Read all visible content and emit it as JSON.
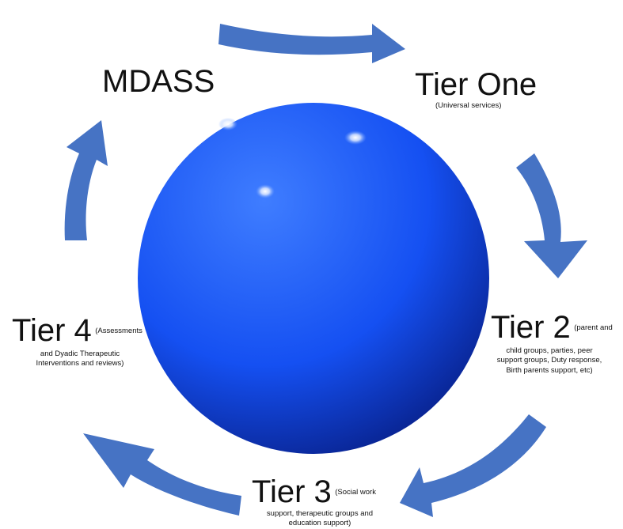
{
  "diagram": {
    "colors": {
      "arrow": "#4673c4",
      "sphere_light": "#3f7dff",
      "sphere_mid": "#1550f2",
      "sphere_dark": "#06197a",
      "text": "#111111",
      "background": "#ffffff"
    },
    "nodes": {
      "mdass": {
        "title": "MDASS"
      },
      "tier_one": {
        "title": "Tier One",
        "detail": "(Universal services)"
      },
      "tier_2": {
        "title": "Tier 2",
        "detail_inline": "(parent and",
        "detail_lines": [
          "child groups, parties, peer",
          "support groups, Duty response,",
          "Birth parents support, etc)"
        ]
      },
      "tier_3": {
        "title": "Tier 3",
        "detail_inline": "(Social work",
        "detail_lines": [
          "support, therapeutic groups and",
          "education support)"
        ]
      },
      "tier_4": {
        "title": "Tier 4",
        "detail_inline": "(Assessments",
        "detail_lines": [
          "and Dyadic Therapeutic",
          "Interventions and reviews)"
        ]
      }
    },
    "arrows": [
      "mdass-to-tier-one",
      "tier-one-to-tier-2",
      "tier-2-to-tier-3",
      "tier-3-to-tier-4",
      "tier-4-to-mdass"
    ]
  }
}
